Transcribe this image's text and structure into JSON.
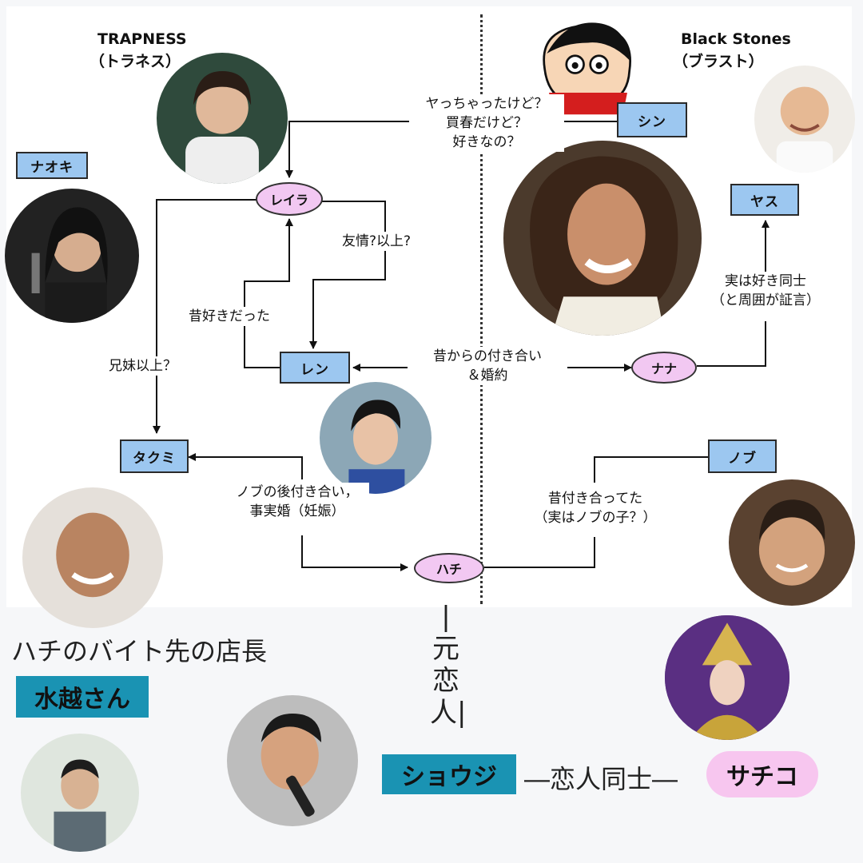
{
  "groups": {
    "trapnest_name": "TRAPNESS",
    "trapnest_kana": "（トラネス）",
    "blast_name": "Black Stones",
    "blast_kana": "（ブラスト）"
  },
  "characters": {
    "naoki": "ナオキ",
    "reira": "レイラ",
    "ren": "レン",
    "takumi": "タクミ",
    "shin": "シン",
    "yasu": "ヤス",
    "nana": "ナナ",
    "nobu": "ノブ",
    "hachi": "ハチ"
  },
  "relations": {
    "shin_reira_line1": "ヤっちゃったけど？",
    "shin_reira_line2": "買春だけど？",
    "shin_reira_line3": "好きなの？",
    "friendship": "友情?以上?",
    "once_loved": "昔好きだった",
    "siblings": "兄妹以上？",
    "engaged_line1": "昔からの付き合い",
    "engaged_line2": "＆婚約",
    "mutual_line1": "実は好き同士",
    "mutual_line2": "（と周囲が証言）",
    "takumi_hachi_line1": "ノブの後付き合い，",
    "takumi_hachi_line2": "事実婚（妊娠）",
    "nobu_hachi_line1": "昔付き合ってた",
    "nobu_hachi_line2": "（実はノブの子？）"
  },
  "bottom": {
    "manager_caption": "ハチのバイト先の店長",
    "mizukoshi": "水越さん",
    "ex_lover": "|元恋人|",
    "shouji": "ショウジ",
    "lovers": "―恋人同士―",
    "sachiko": "サチコ"
  },
  "colors": {
    "rect_label": "#9cc7f0",
    "oval_label": "#f2c8f2",
    "teal_badge": "#1a93b3",
    "pink_badge": "#f7c6ef"
  }
}
